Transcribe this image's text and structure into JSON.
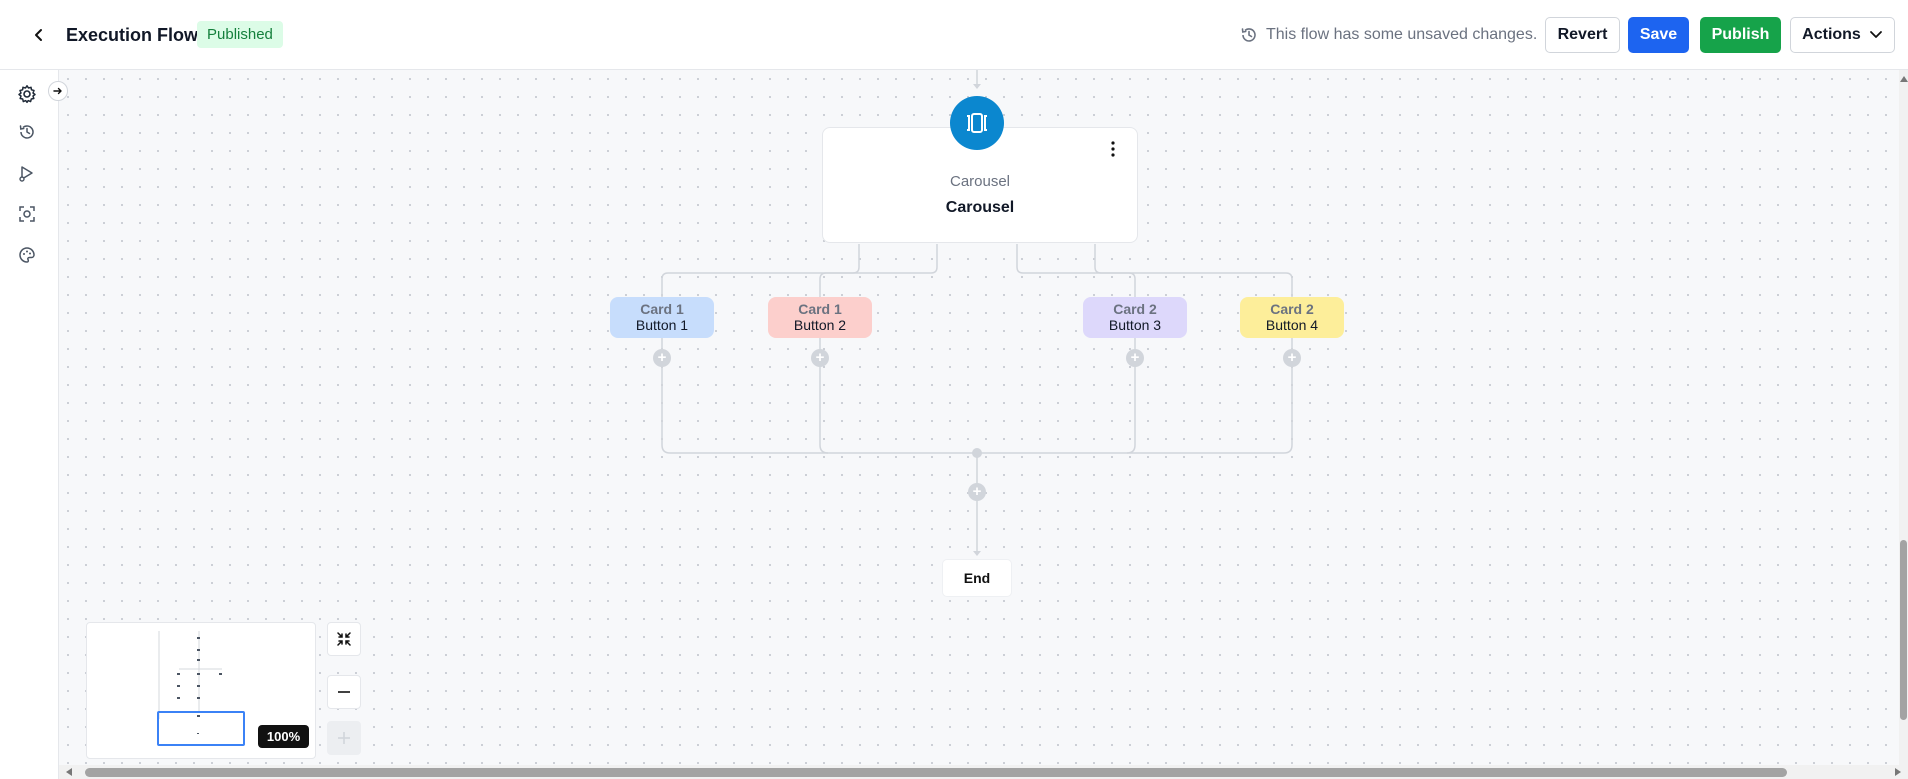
{
  "header": {
    "back_icon": "chevron-left-icon",
    "title": "Execution Flow",
    "status_badge": "Published",
    "unsaved_icon": "history-icon",
    "unsaved_text": "This flow has some unsaved changes.",
    "revert_label": "Revert",
    "save_label": "Save",
    "publish_label": "Publish",
    "actions_label": "Actions",
    "accent_save": "#1d64f0",
    "accent_publish": "#16a34a"
  },
  "sidebar": {
    "items": [
      {
        "icon": "gear-icon"
      },
      {
        "icon": "history-icon"
      },
      {
        "icon": "play-path-icon"
      },
      {
        "icon": "scan-icon"
      },
      {
        "icon": "palette-icon"
      }
    ],
    "expand_icon": "arrow-right-icon"
  },
  "flow": {
    "carousel_node": {
      "icon": "carousel-icon",
      "type": "Carousel",
      "label": "Carousel",
      "icon_color": "#0b87cf"
    },
    "branches": [
      {
        "card": "Card 1",
        "button": "Button 1",
        "color": "#c7ddfc"
      },
      {
        "card": "Card 1",
        "button": "Button 2",
        "color": "#fccfcc"
      },
      {
        "card": "Card 2",
        "button": "Button 3",
        "color": "#ddd8fb"
      },
      {
        "card": "Card 2",
        "button": "Button 4",
        "color": "#fdee9a"
      }
    ],
    "end_label": "End"
  },
  "canvas_controls": {
    "zoom_level": "100%",
    "fit_icon": "collapse-arrows-icon",
    "zoom_out_icon": "minus-icon",
    "zoom_in_icon": "plus-icon"
  }
}
